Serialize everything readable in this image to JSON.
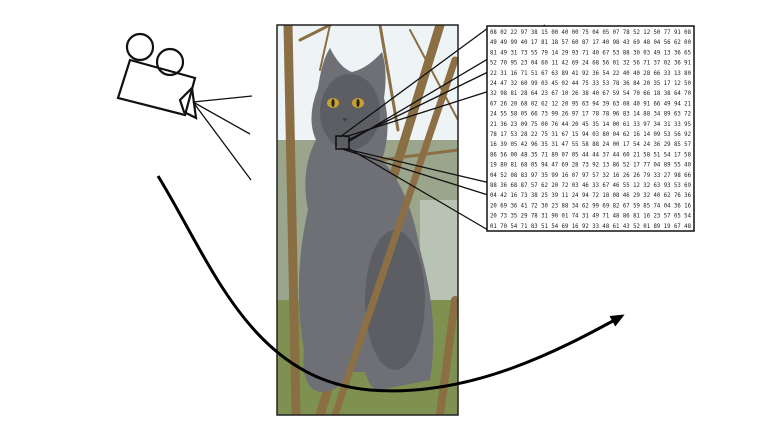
{
  "pixel_grid": {
    "rows": [
      "08 02 22 97 38 15 00 40 00 75 04 05 07 78 52 12 50 77 91 08",
      "49 49 99 40 17 81 18 57 60 87 17 40 98 43 69 48 04 56 62 00",
      "81 49 31 73 55 79 14 29 93 71 40 67 53 88 30 03 49 13 36 65",
      "52 70 95 23 04 60 11 42 69 24 68 56 01 32 56 71 37 02 36 91",
      "22 31 16 71 51 67 63 89 41 92 36 54 22 40 40 28 66 33 13 80",
      "24 47 32 60 99 03 45 02 44 75 33 53 78 36 84 20 35 17 12 50",
      "32 98 81 28 64 23 67 10 26 38 40 67 59 54 70 66 18 38 64 70",
      "67 26 20 68 02 62 12 20 95 63 94 39 63 08 40 91 66 49 94 21",
      "24 55 58 05 66 73 99 26 97 17 78 78 96 83 14 88 34 89 63 72",
      "21 36 23 09 75 00 76 44 20 45 35 14 00 61 33 97 34 31 33 95",
      "78 17 53 28 22 75 31 67 15 94 03 80 04 62 16 14 09 53 56 92",
      "16 39 05 42 96 35 31 47 55 58 88 24 00 17 54 24 36 29 85 57",
      "86 56 00 48 35 71 89 07 05 44 44 37 44 60 21 58 51 54 17 58",
      "19 80 81 68 05 94 47 69 28 73 92 13 86 52 17 77 04 89 55 40",
      "04 52 08 83 97 35 99 16 07 97 57 32 16 26 26 79 33 27 98 66",
      "88 36 68 87 57 62 20 72 03 46 33 67 46 55 12 32 63 93 53 69",
      "04 42 16 73 38 25 39 11 24 94 72 18 08 46 29 32 40 62 76 36",
      "20 69 36 41 72 30 23 88 34 62 99 69 82 67 59 85 74 04 36 16",
      "20 73 35 29 78 31 90 01 74 31 49 71 48 86 81 16 23 57 05 54",
      "01 70 54 71 83 51 54 69 16 92 33 48 61 43 52 01 89 19 67 48"
    ]
  },
  "colors": {
    "line": "#111111",
    "arrow": "#000000",
    "cat": "#6e7076",
    "sky": "#e8eef2",
    "foliage": "#7a8b4a"
  }
}
